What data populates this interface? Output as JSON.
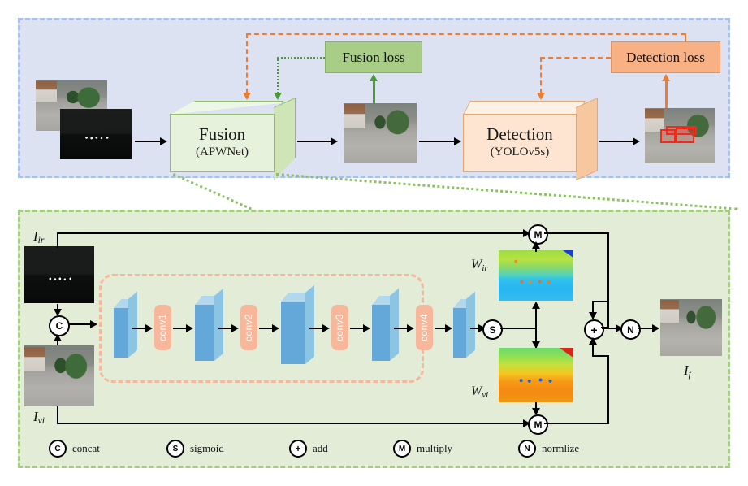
{
  "figure": {
    "type": "architecture-diagram",
    "title_implicit": "APWNet fusion and YOLOv5s detection pipeline"
  },
  "top_panel": {
    "background_color": "#dde2f2",
    "border_color": "#a9c1e6",
    "fusion_block": {
      "title": "Fusion",
      "subtitle": "(APWNet)",
      "color": "#e6f2dc"
    },
    "detection_block": {
      "title": "Detection",
      "subtitle": "(YOLOv5s)",
      "color": "#fde5d2"
    },
    "fusion_loss": {
      "label": "Fusion loss",
      "color": "#a8cd87"
    },
    "detection_loss": {
      "label": "Detection loss",
      "color": "#f7b185"
    },
    "images": {
      "input_visible": "visible-light campus scene",
      "input_infrared": "infrared night scene",
      "fused_output": "fused campus scene",
      "detection_output": "detection result with red bounding boxes"
    },
    "arrow_colors": {
      "gradient_fusion": "#4a9a3a",
      "gradient_detection": "#ed7d31",
      "data_flow": "#000000"
    }
  },
  "bottom_panel": {
    "background_color": "#e3ecd7",
    "border_color": "#a4cc85",
    "input_ir_label": "I",
    "input_ir_sub": "ir",
    "input_vi_label": "I",
    "input_vi_sub": "vi",
    "weight_ir_label": "W",
    "weight_ir_sub": "ir",
    "weight_vi_label": "W",
    "weight_vi_sub": "vi",
    "output_label": "I",
    "output_sub": "f",
    "conv_group_border": "#f6b79a",
    "conv_layers": [
      {
        "label": "conv1"
      },
      {
        "label": "conv2"
      },
      {
        "label": "conv3"
      },
      {
        "label": "conv4"
      }
    ],
    "operators": {
      "concat": "C",
      "sigmoid": "S",
      "add": "+",
      "multiply": "M",
      "normalize": "N"
    },
    "heatmaps": {
      "w_ir": "infrared weight map (blue/cyan dominant)",
      "w_vi": "visible weight map (orange/red dominant)"
    }
  },
  "legend": {
    "items": [
      {
        "symbol": "C",
        "label": "concat"
      },
      {
        "symbol": "S",
        "label": "sigmoid"
      },
      {
        "symbol": "+",
        "label": "add"
      },
      {
        "symbol": "M",
        "label": "multiply"
      },
      {
        "symbol": "N",
        "label": "normlize"
      }
    ]
  }
}
